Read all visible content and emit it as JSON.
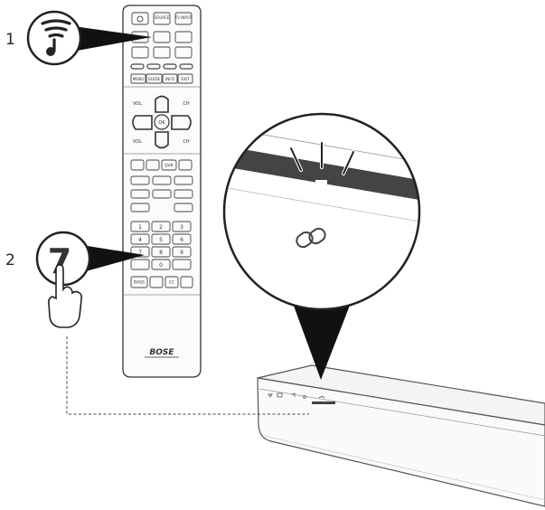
{
  "steps": [
    {
      "number": "1"
    },
    {
      "number": "2",
      "key_shown": "7"
    }
  ],
  "remote": {
    "brand": "BOSE",
    "top_buttons": [
      "",
      "SOURCE",
      "TV INPUT"
    ],
    "menu_buttons": [
      "MENU",
      "GUIDE",
      "INFO",
      "EXIT"
    ],
    "vol_label": "VOL",
    "ch_label": "CH",
    "ok_label": "OK",
    "dvr_label": "DVR",
    "keypad": [
      "1",
      "2",
      "3",
      "4",
      "5",
      "6",
      "7",
      "8",
      "9",
      "",
      "0",
      ""
    ],
    "bottom_buttons": [
      "BASS",
      "",
      "CC",
      ""
    ]
  },
  "icons": {
    "step1": "wifi-note-icon",
    "step2": "finger-press-icon",
    "soundbar_badge": "link-icon"
  }
}
